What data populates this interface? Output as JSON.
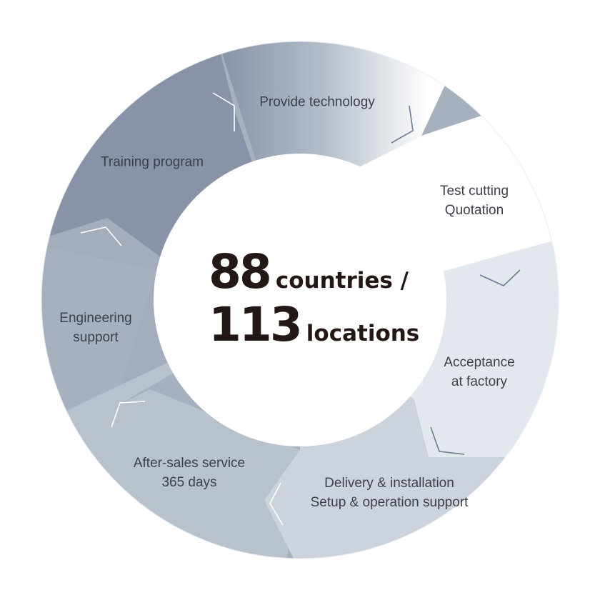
{
  "center": {
    "countries_num": "88",
    "countries_text": "countries /",
    "locations_num": "113",
    "locations_text": "locations"
  },
  "segments": [
    {
      "id": "provide-technology",
      "lines": [
        "Provide technology"
      ],
      "color": "#aab4c2"
    },
    {
      "id": "test-cutting",
      "lines": [
        "Test cutting",
        "Quotation"
      ],
      "color": "#ffffff"
    },
    {
      "id": "acceptance",
      "lines": [
        "Acceptance",
        "at factory"
      ],
      "color": "#e4e9ef"
    },
    {
      "id": "delivery",
      "lines": [
        "Delivery & installation",
        "Setup & operation support"
      ],
      "color": "#cdd4dd"
    },
    {
      "id": "after-sales",
      "lines": [
        "After-sales service",
        "365 days"
      ],
      "color": "#b7c1cd"
    },
    {
      "id": "engineering",
      "lines": [
        "Engineering",
        "support"
      ],
      "color": "#a2adbc"
    },
    {
      "id": "training",
      "lines": [
        "Training program"
      ],
      "color": "#8996a8"
    }
  ],
  "colors": {
    "ring_dark": "#7a889c",
    "text": "#3d3f4a",
    "center_text": "#231815",
    "chevron": "#6d7c91"
  }
}
